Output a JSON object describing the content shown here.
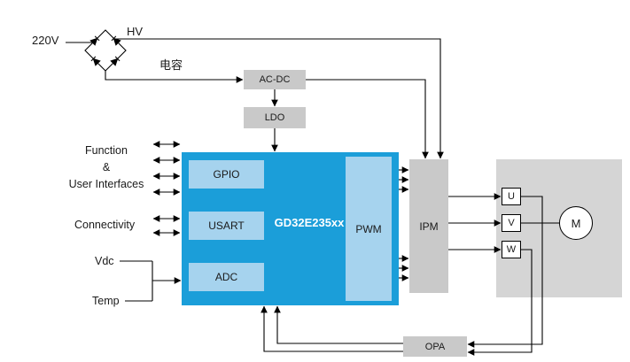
{
  "diagram": {
    "labels": {
      "mains": "220V",
      "hv": "HV",
      "capacitor": "电容",
      "function_lines": [
        "Function",
        "&",
        "User Interfaces"
      ],
      "connectivity": "Connectivity",
      "vdc": "Vdc",
      "temp": "Temp"
    },
    "blocks": {
      "acdc": "AC-DC",
      "ldo": "LDO",
      "mcu": "GD32E235xx",
      "gpio": "GPIO",
      "usart": "USART",
      "adc": "ADC",
      "pwm": "PWM",
      "ipm": "IPM",
      "opa": "OPA",
      "phase_u": "U",
      "phase_v": "V",
      "phase_w": "W",
      "motor": "M"
    },
    "colors": {
      "mcu_fill": "#1b9ed9",
      "peripheral_fill": "#a6d3ee",
      "block_fill": "#c9c9c9",
      "panel_fill": "#d5d5d5",
      "wire": "#000000",
      "mcu_text": "#ffffff"
    }
  }
}
